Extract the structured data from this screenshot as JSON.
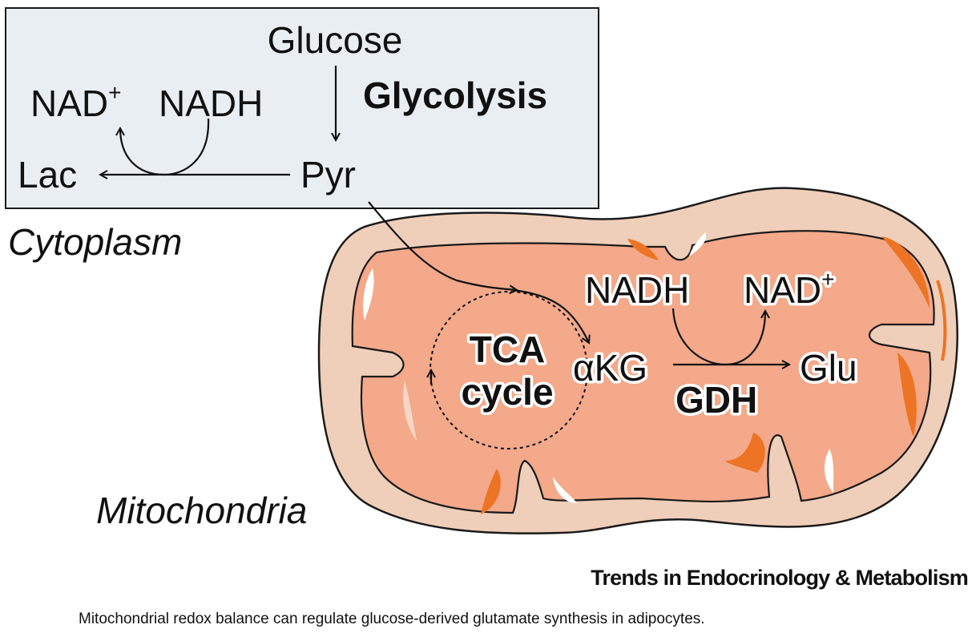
{
  "cytoplasm": {
    "region_label": "Cytoplasm",
    "glucose": "Glucose",
    "glycolysis": "Glycolysis",
    "nad_plus": "NAD",
    "nad_plus_sup": "+",
    "nadh": "NADH",
    "lac": "Lac",
    "pyr": "Pyr"
  },
  "mitochondria": {
    "region_label": "Mitochondria",
    "tca_line1": "TCA",
    "tca_line2": "cycle",
    "akg": "αKG",
    "nadh": "NADH",
    "nad_plus": "NAD",
    "nad_plus_sup": "+",
    "glu": "Glu",
    "gdh": "GDH"
  },
  "journal_credit": "Trends in Endocrinology & Metabolism",
  "caption": "Mitochondrial redox balance can regulate glucose-derived glutamate synthesis in adipocytes.",
  "colors": {
    "cytoplasm_box": "#e8eef2",
    "mito_outer": "#efcfb9",
    "mito_inner": "#f3a98a",
    "mito_highlight": "#ec7424"
  }
}
